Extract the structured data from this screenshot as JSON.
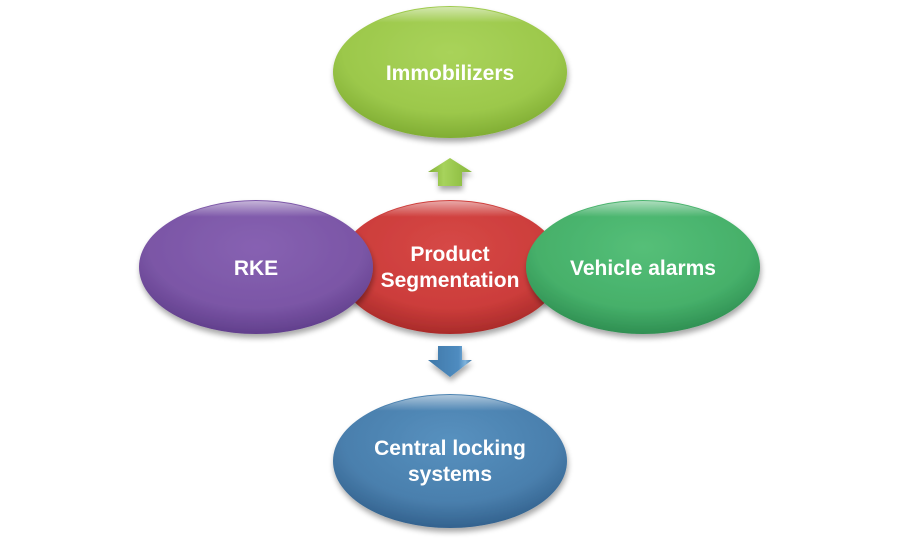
{
  "diagram": {
    "type": "radial-segmentation",
    "center": {
      "id": "center",
      "lines": [
        "Product",
        "Segmentation"
      ],
      "color": "#cf3e3c"
    },
    "nodes": [
      {
        "id": "top",
        "lines": [
          "Immobilizers"
        ],
        "color": "#9cc94a",
        "connector": "arrow-up"
      },
      {
        "id": "left",
        "lines": [
          "RKE"
        ],
        "color": "#7c56a8",
        "connector": "overlap"
      },
      {
        "id": "right",
        "lines": [
          "Vehicle alarms"
        ],
        "color": "#48b36c",
        "connector": "overlap"
      },
      {
        "id": "bottom",
        "lines": [
          "Central locking",
          "systems"
        ],
        "color": "#4a7fad",
        "connector": "arrow-down"
      }
    ],
    "arrows": {
      "up": {
        "color": "#8fbe3e"
      },
      "down": {
        "color": "#4a82b4"
      }
    }
  }
}
